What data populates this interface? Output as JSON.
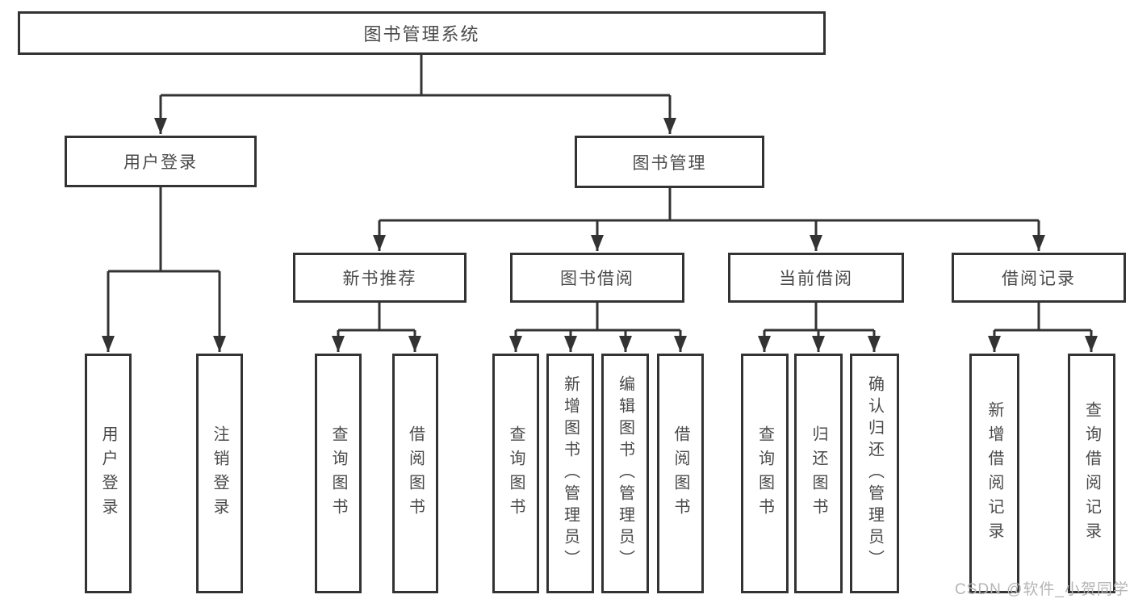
{
  "colors": {
    "line": "#333333",
    "text": "#4a4a4a",
    "watermark": "#b5b5b5"
  },
  "watermark": "CSDN @软件_小贺同学",
  "tree": {
    "root": {
      "label": "图书管理系统"
    },
    "branches": [
      {
        "label": "用户登录",
        "children": [
          {
            "label": "用户登录"
          },
          {
            "label": "注销登录"
          }
        ]
      },
      {
        "label": "图书管理",
        "sections": [
          {
            "label": "新书推荐",
            "children": [
              {
                "label": "查询图书"
              },
              {
                "label": "借阅图书"
              }
            ]
          },
          {
            "label": "图书借阅",
            "children": [
              {
                "label": "查询图书"
              },
              {
                "label": "新增图书（管理员）"
              },
              {
                "label": "编辑图书（管理员）"
              },
              {
                "label": "借阅图书"
              }
            ]
          },
          {
            "label": "当前借阅",
            "children": [
              {
                "label": "查询图书"
              },
              {
                "label": "归还图书"
              },
              {
                "label": "确认归还（管理员）"
              }
            ]
          },
          {
            "label": "借阅记录",
            "children": [
              {
                "label": "新增借阅记录"
              },
              {
                "label": "查询借阅记录"
              }
            ]
          }
        ]
      }
    ]
  }
}
